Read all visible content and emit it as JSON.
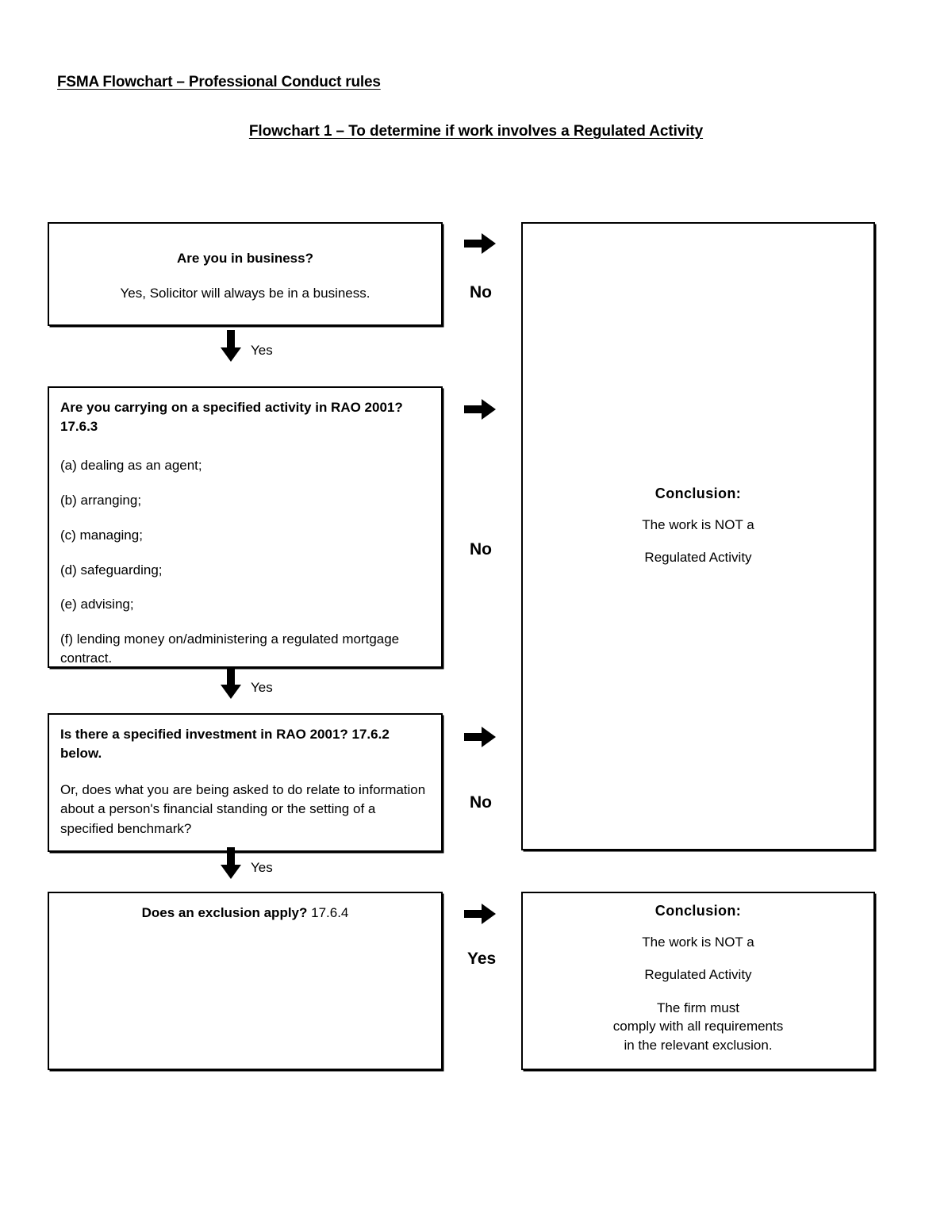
{
  "document": {
    "title": "FSMA Flowchart – Professional Conduct rules",
    "subtitle": "Flowchart 1 – To determine if work involves a Regulated Activity"
  },
  "boxes": {
    "business": {
      "question": "Are you in business?",
      "note": "Yes, Solicitor will always be in a business."
    },
    "activity": {
      "question": "Are you carrying on a specified activity in RAO 2001? 17.6.3",
      "items": [
        "(a) dealing as an agent;",
        "(b) arranging;",
        "(c) managing;",
        "(d) safeguarding;",
        "(e) advising;",
        "(f) lending money on/administering a regulated mortgage contract."
      ]
    },
    "investment": {
      "question": "Is there a specified investment in RAO 2001? 17.6.2 below.",
      "note": "Or, does what you are being asked to do relate to information about a person's financial standing or the setting of a specified benchmark?"
    },
    "exclusion": {
      "question": "Does an exclusion apply?",
      "reference": "17.6.4"
    },
    "conclusion_not_regulated": {
      "heading": "Conclusion:",
      "line1": "The work is NOT a",
      "line2": "Regulated Activity"
    },
    "conclusion_exclusion": {
      "heading": "Conclusion:",
      "line1": "The work is NOT a",
      "line2": "Regulated Activity",
      "line3": "The firm must",
      "line4": "comply with all requirements",
      "line5": "in the relevant exclusion."
    }
  },
  "edges": {
    "business_no": "No",
    "business_yes": "Yes",
    "activity_no": "No",
    "activity_yes": "Yes",
    "investment_no": "No",
    "investment_yes": "Yes",
    "exclusion_yes": "Yes"
  },
  "colors": {
    "ink": "#000000",
    "page": "#ffffff"
  }
}
